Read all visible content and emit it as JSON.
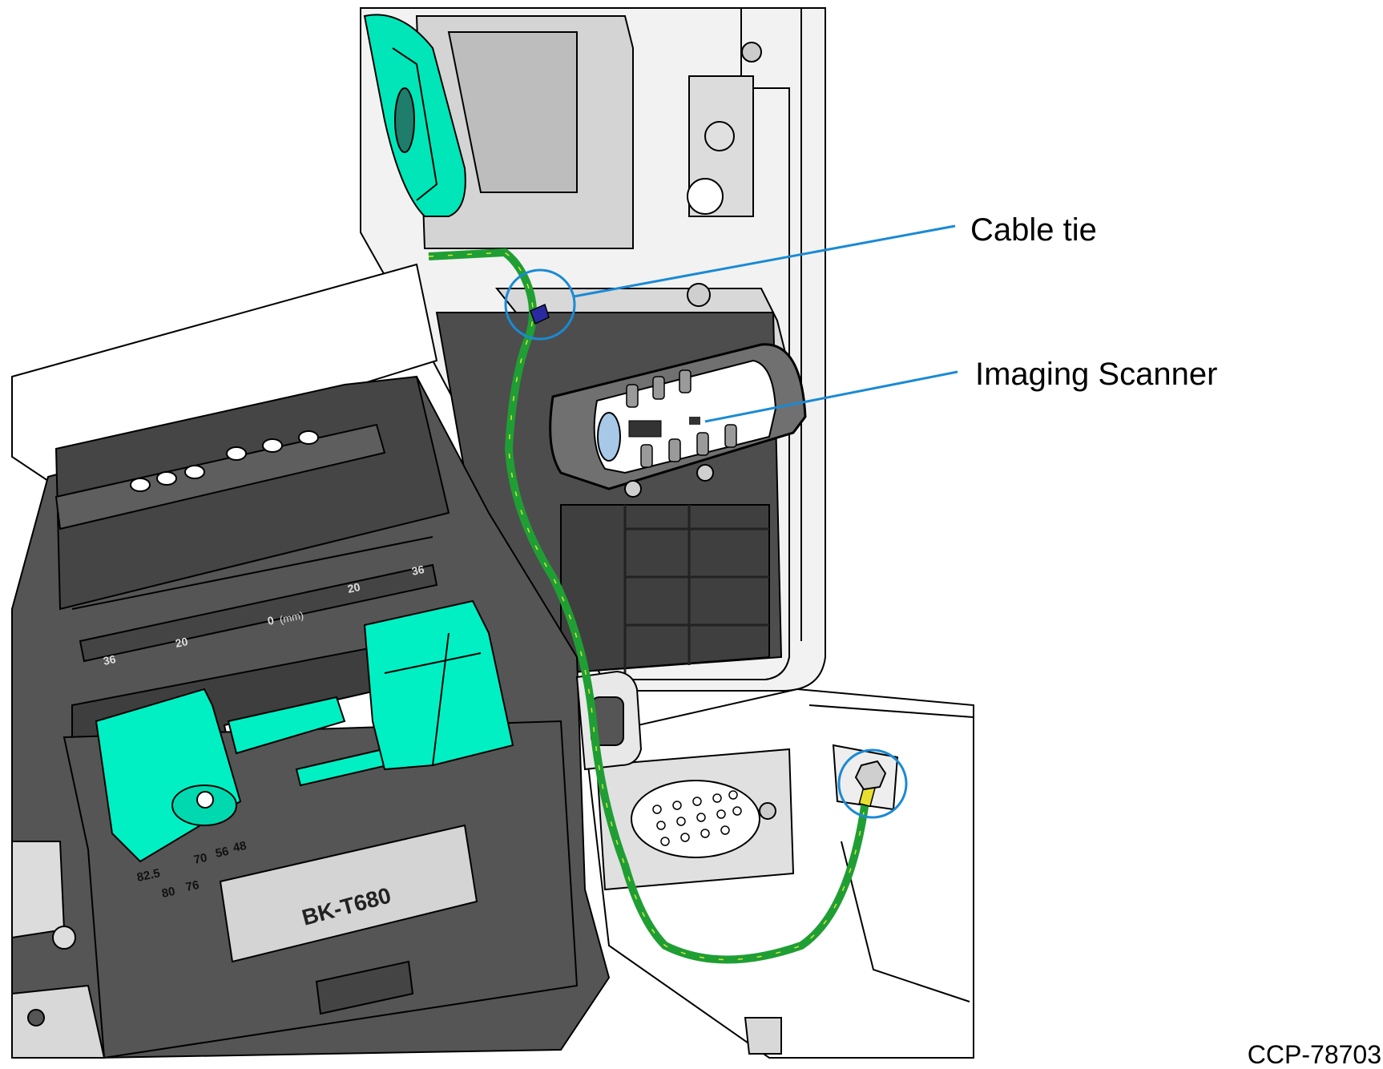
{
  "callouts": {
    "cable_tie": "Cable tie",
    "imaging_scanner": "Imaging Scanner"
  },
  "figure_id": "CCP-78703",
  "printer": {
    "model_label": "BK-T680",
    "scale_unit": "(mm)",
    "scale_ticks": [
      "36",
      "20",
      "0",
      "20",
      "36"
    ],
    "width_markings": [
      "82.5",
      "80",
      "76",
      "70",
      "56",
      "48"
    ]
  },
  "colors": {
    "callout_line": "#1a8ad4",
    "ground_cable": "#1f9e34",
    "cable_stripe": "#d6e63a",
    "guide_green": "#00f0c4",
    "printer_body": "#555555",
    "cabinet": "#e8e8e8",
    "cable_tie": "#2a2aa0"
  }
}
